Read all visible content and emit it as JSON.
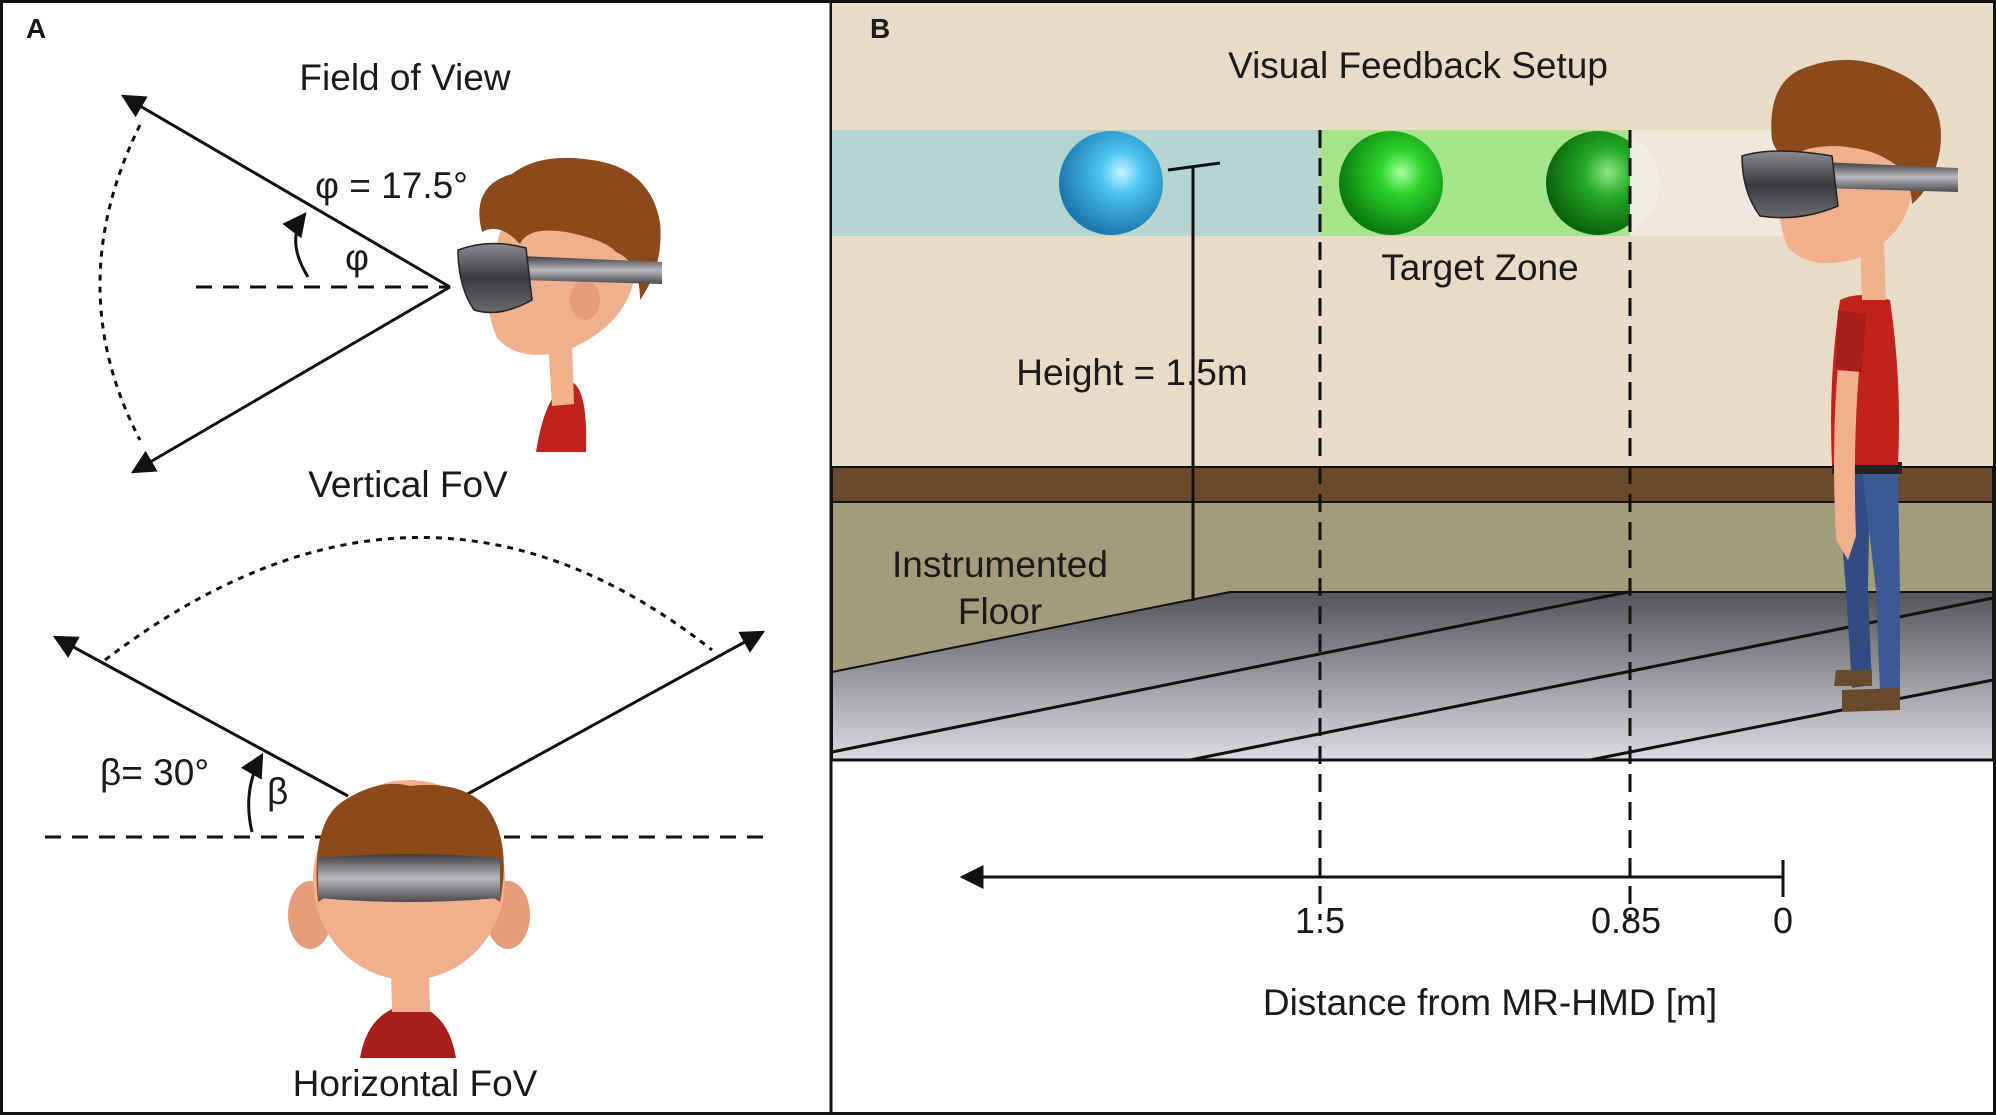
{
  "panel_a": {
    "letter": "A",
    "title": "Field of View",
    "phi_label": "φ = 17.5°",
    "phi_symbol": "φ",
    "vertical_label": "Vertical FoV",
    "beta_label": "β= 30°",
    "beta_symbol": "β",
    "horizontal_label": "Horizontal FoV"
  },
  "panel_b": {
    "letter": "B",
    "title": "Visual Feedback Setup",
    "target_zone_label": "Target Zone",
    "height_label": "Height = 1.5m",
    "floor_label_line1": "Instrumented",
    "floor_label_line2": "Floor",
    "axis": {
      "ticks": [
        "1.5",
        "0.85",
        "0"
      ],
      "label": "Distance from MR-HMD [m]"
    },
    "colors": {
      "wall": "#e8dcc6",
      "blue_zone": "#b3d6d3",
      "green_zone": "#a6e38c",
      "blue_ball": "#3aaee0",
      "green_ball": "#1ea81e",
      "baseboard": "#6b4a2a",
      "floor_wall": "#a39c7a",
      "shirt": "#c0221c",
      "hair": "#8a4a1c",
      "skin": "#f0b08e"
    }
  }
}
